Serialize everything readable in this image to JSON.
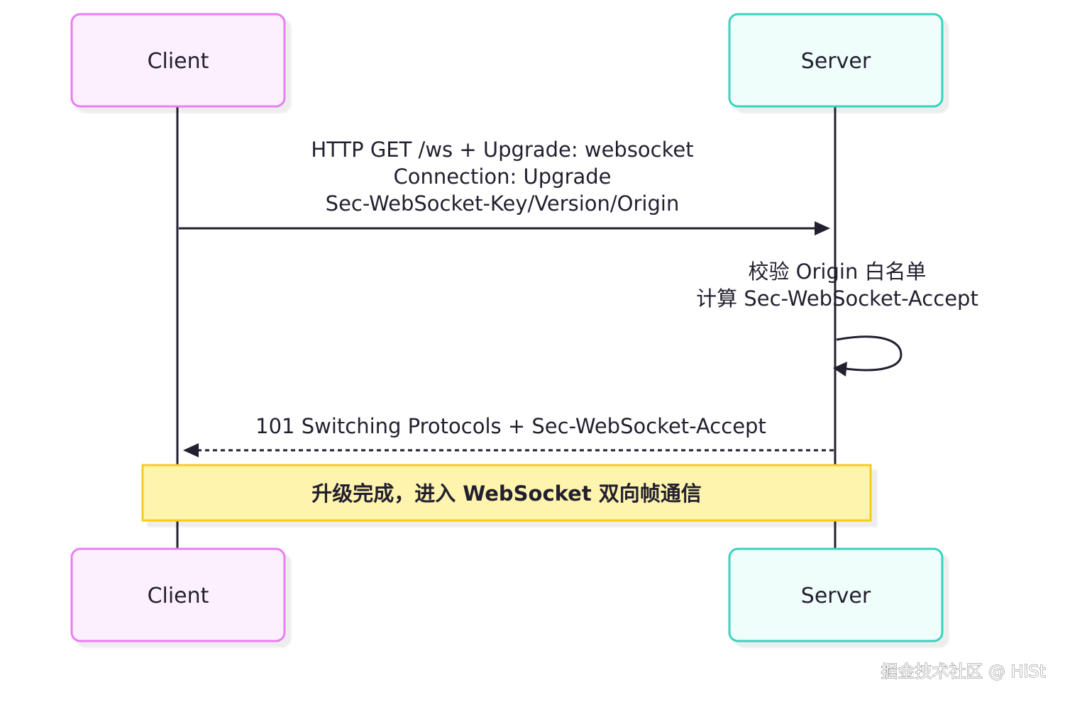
{
  "participants": {
    "client": {
      "label": "Client",
      "fill": "#fdf0fe",
      "stroke": "#e97ef2"
    },
    "server": {
      "label": "Server",
      "fill": "#effdfb",
      "stroke": "#35d4be"
    }
  },
  "messages": [
    {
      "from": "Client",
      "to": "Server",
      "style": "solid",
      "lines": [
        "HTTP GET /ws + Upgrade: websocket",
        "Connection: Upgrade",
        "Sec-WebSocket-Key/Version/Origin"
      ]
    },
    {
      "from": "Server",
      "to": "Server",
      "style": "solid",
      "lines": [
        "校验 Origin 白名单",
        "计算 Sec-WebSocket-Accept"
      ]
    },
    {
      "from": "Server",
      "to": "Client",
      "style": "dashed",
      "lines": [
        "101 Switching Protocols + Sec-WebSocket-Accept"
      ]
    }
  ],
  "note": {
    "text": "升级完成，进入 WebSocket 双向帧通信",
    "fill": "#fff4ae",
    "stroke": "#f7cb1c"
  },
  "line_color": "#22202f",
  "watermark": "掘金技术社区 @ HiSt"
}
